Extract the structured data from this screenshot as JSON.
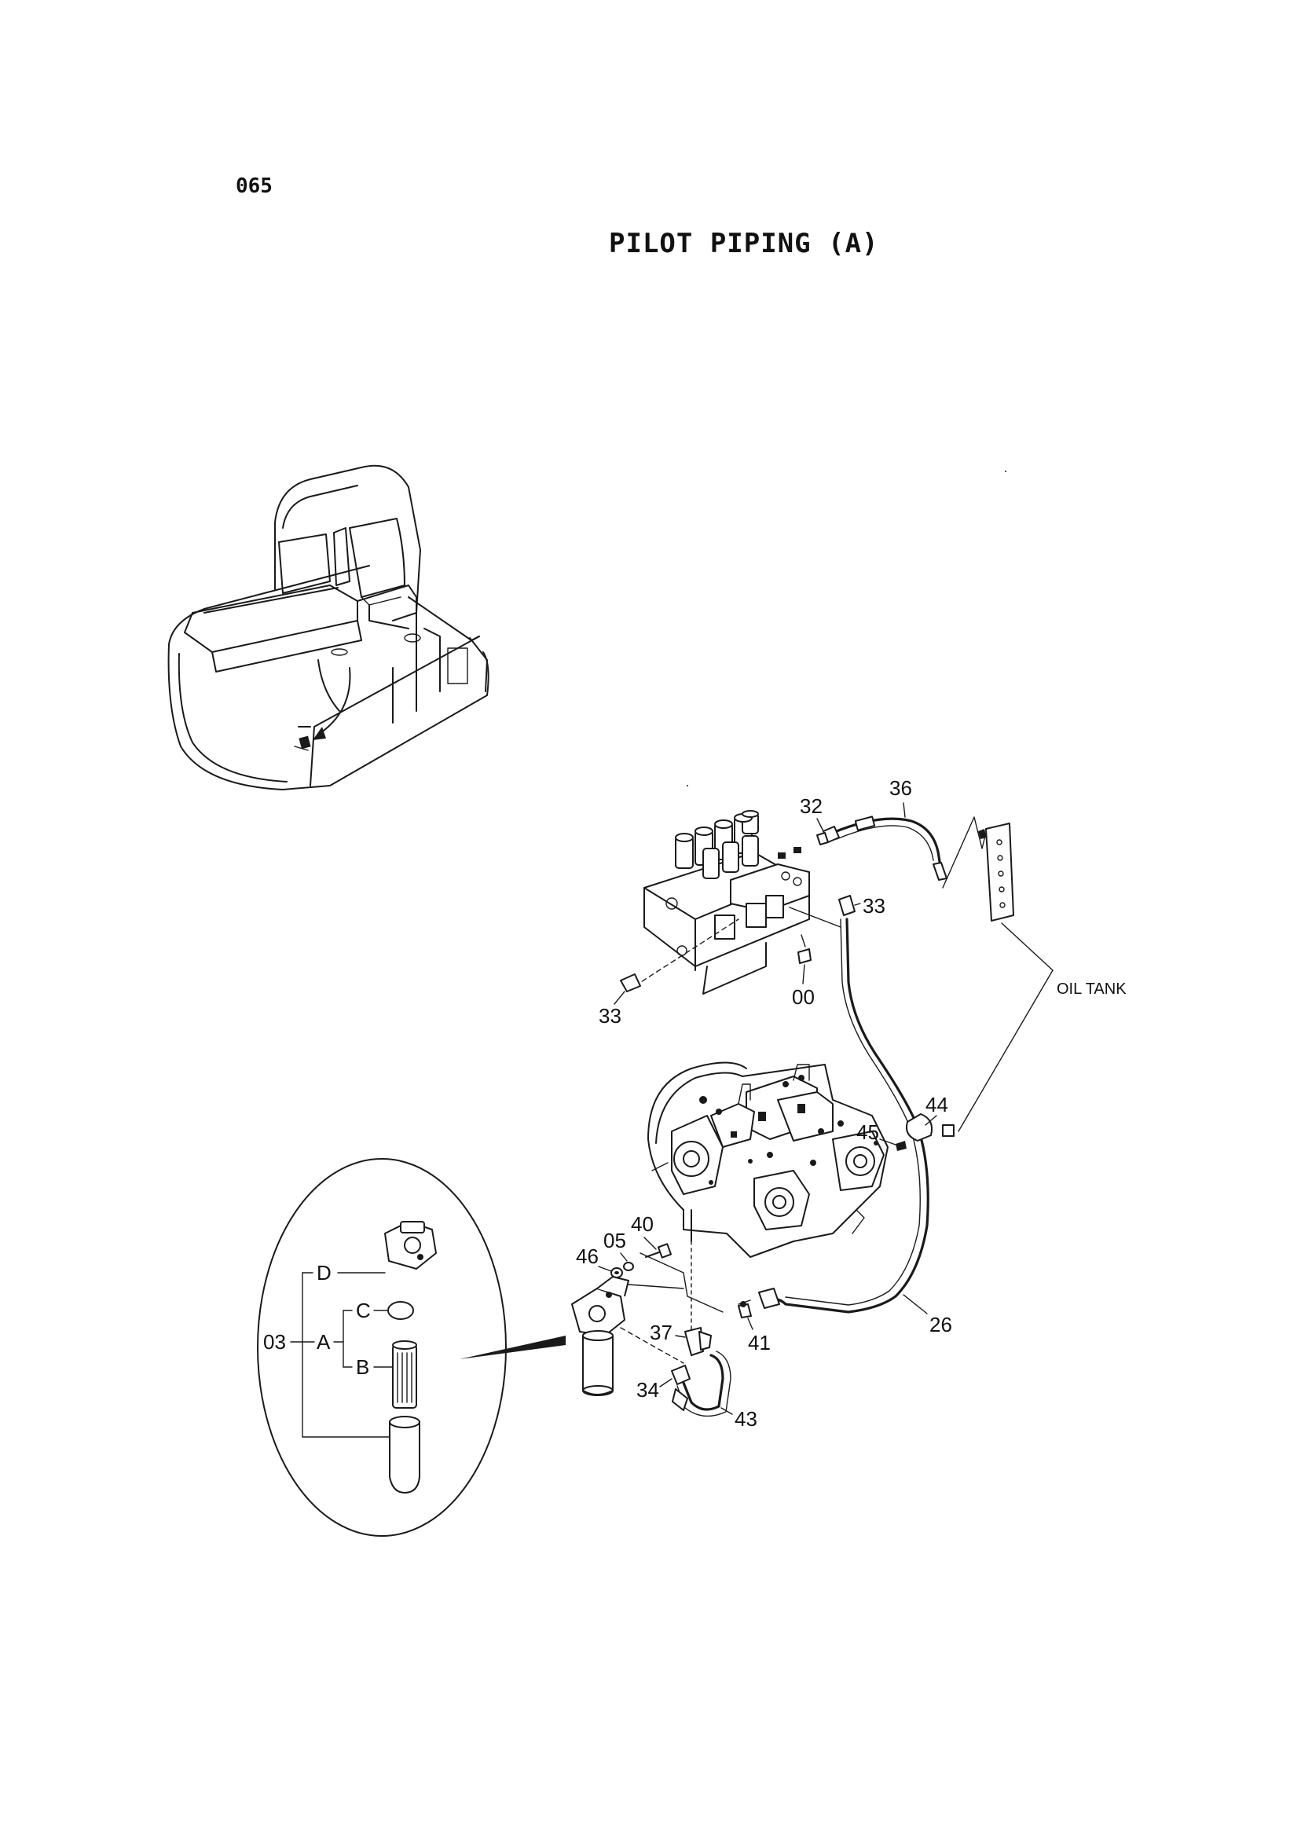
{
  "page_code": "065",
  "title": "PILOT PIPING (A)",
  "callouts": {
    "c36": "36",
    "c32": "32",
    "c33a": "33",
    "c33b": "33",
    "c00": "00",
    "oil_tank": "OIL TANK",
    "c44": "44",
    "c45": "45",
    "c40": "40",
    "c05": "05",
    "c46": "46",
    "c37": "37",
    "c41": "41",
    "c26": "26",
    "c34": "34",
    "c43": "43"
  },
  "detail": {
    "c03": "03",
    "A": "A",
    "B": "B",
    "C": "C",
    "D": "D"
  }
}
